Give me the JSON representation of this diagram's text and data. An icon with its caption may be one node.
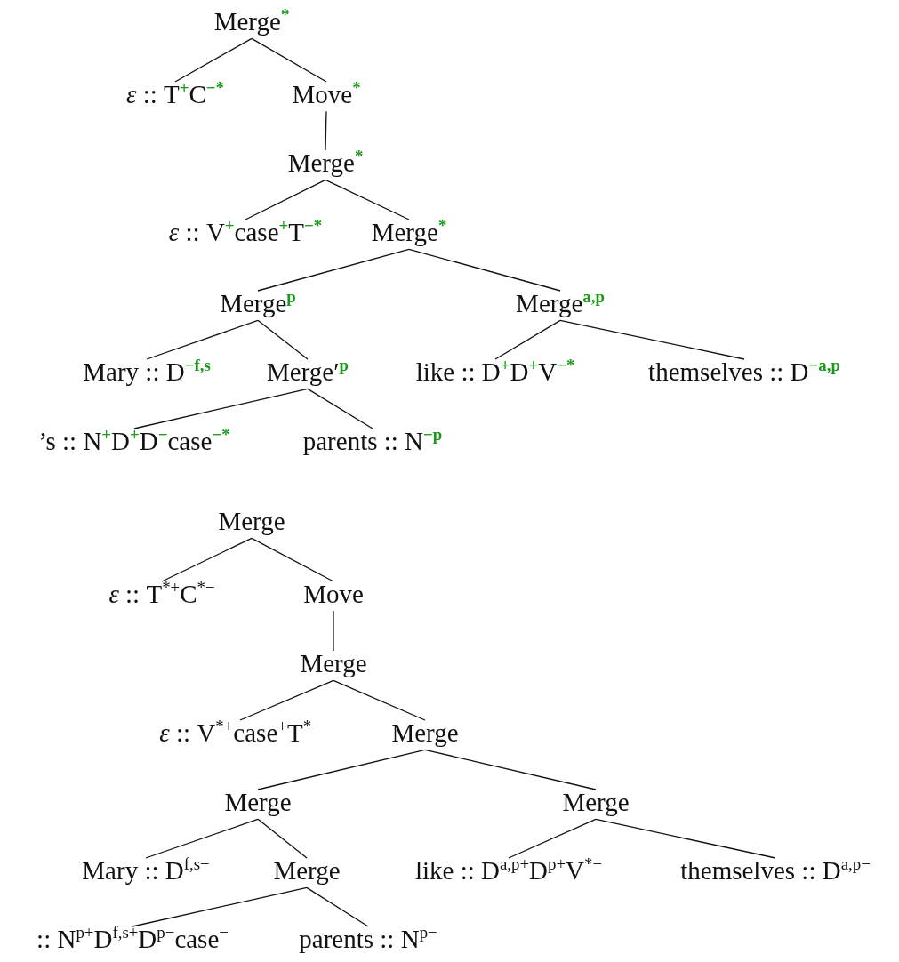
{
  "diagram": {
    "nodes": [
      {
        "text": [
          "Merge$^{*}$"
        ]
      },
      {
        "text": [
          "*ε* :: T$^{+}$C$^{−*}$"
        ]
      },
      {
        "text": [
          "Move$^{*}$"
        ]
      },
      {
        "text": [
          "Merge$^{*}$"
        ]
      },
      {
        "text": [
          "*ε* :: V$^{+}$case$^{+}$T$^{−*}$"
        ]
      },
      {
        "text": [
          "Merge$^{*}$"
        ]
      },
      {
        "text": [
          "Merge$^{p}$"
        ]
      },
      {
        "text": [
          "Merge$^{a,p}$"
        ]
      },
      {
        "text": [
          "Mary :: D$^{−f,s}$"
        ]
      },
      {
        "text": [
          "Merge′$^{p}$"
        ]
      },
      {
        "text": [
          "like :: D$^{+}$D$^{+}$V$^{−*}$"
        ]
      },
      {
        "text": [
          "themselves :: D$^{−a,p}$"
        ]
      },
      {
        "text": [
          "’s :: N$^{+}$D$^{+}$D$^{−}$case$^{−*}$"
        ]
      },
      {
        "text": [
          "parents :: N$^{−p}$"
        ]
      },
      {
        "text": [
          "Merge"
        ]
      },
      {
        "text": [
          "*ε* :: T$^{*+}$C$^{*−}$"
        ]
      },
      {
        "text": [
          "Move"
        ]
      },
      {
        "text": [
          "Merge"
        ]
      },
      {
        "text": [
          "*ε* :: V$^{*+}$case$^{+}$T$^{*−}$"
        ]
      },
      {
        "text": [
          "Merge"
        ]
      },
      {
        "text": [
          "Merge"
        ]
      },
      {
        "text": [
          "Merge"
        ]
      },
      {
        "text": [
          "Mary :: D$^{f,s−}$"
        ]
      },
      {
        "text": [
          "Merge"
        ]
      },
      {
        "text": [
          "like :: D$^{a,p+}$D$^{p+}$V$^{*−}$"
        ]
      },
      {
        "text": [
          "themselves :: D$^{a,p−}$"
        ]
      },
      {
        "text": [
          ":: N$^{p+}$D$^{f,s+}$D$^{p−}$case$^{−}$"
        ]
      },
      {
        "text": [
          "parents :: N$^{p−}$"
        ]
      }
    ],
    "edges": [
      {
        "from": 0,
        "to": 1,
        "arrow": "none"
      },
      {
        "from": 0,
        "to": 2,
        "arrow": "none"
      },
      {
        "from": 2,
        "to": 3,
        "arrow": "none"
      },
      {
        "from": 3,
        "to": 4,
        "arrow": "none"
      },
      {
        "from": 3,
        "to": 5,
        "arrow": "none"
      },
      {
        "from": 5,
        "to": 6,
        "arrow": "none"
      },
      {
        "from": 5,
        "to": 7,
        "arrow": "none"
      },
      {
        "from": 6,
        "to": 8,
        "arrow": "none"
      },
      {
        "from": 6,
        "to": 9,
        "arrow": "none"
      },
      {
        "from": 7,
        "to": 10,
        "arrow": "none"
      },
      {
        "from": 7,
        "to": 11,
        "arrow": "none"
      },
      {
        "from": 9,
        "to": 12,
        "arrow": "none"
      },
      {
        "from": 9,
        "to": 13,
        "arrow": "none"
      },
      {
        "from": 14,
        "to": 15,
        "arrow": "none"
      },
      {
        "from": 14,
        "to": 16,
        "arrow": "none"
      },
      {
        "from": 16,
        "to": 17,
        "arrow": "none"
      },
      {
        "from": 17,
        "to": 18,
        "arrow": "none"
      },
      {
        "from": 17,
        "to": 19,
        "arrow": "none"
      },
      {
        "from": 19,
        "to": 20,
        "arrow": "none"
      },
      {
        "from": 19,
        "to": 21,
        "arrow": "none"
      },
      {
        "from": 20,
        "to": 22,
        "arrow": "none"
      },
      {
        "from": 20,
        "to": 23,
        "arrow": "none"
      },
      {
        "from": 21,
        "to": 24,
        "arrow": "none"
      },
      {
        "from": 21,
        "to": 25,
        "arrow": "none"
      },
      {
        "from": 23,
        "to": 26,
        "arrow": "none"
      },
      {
        "from": 23,
        "to": 27,
        "arrow": "none"
      }
    ]
  }
}
